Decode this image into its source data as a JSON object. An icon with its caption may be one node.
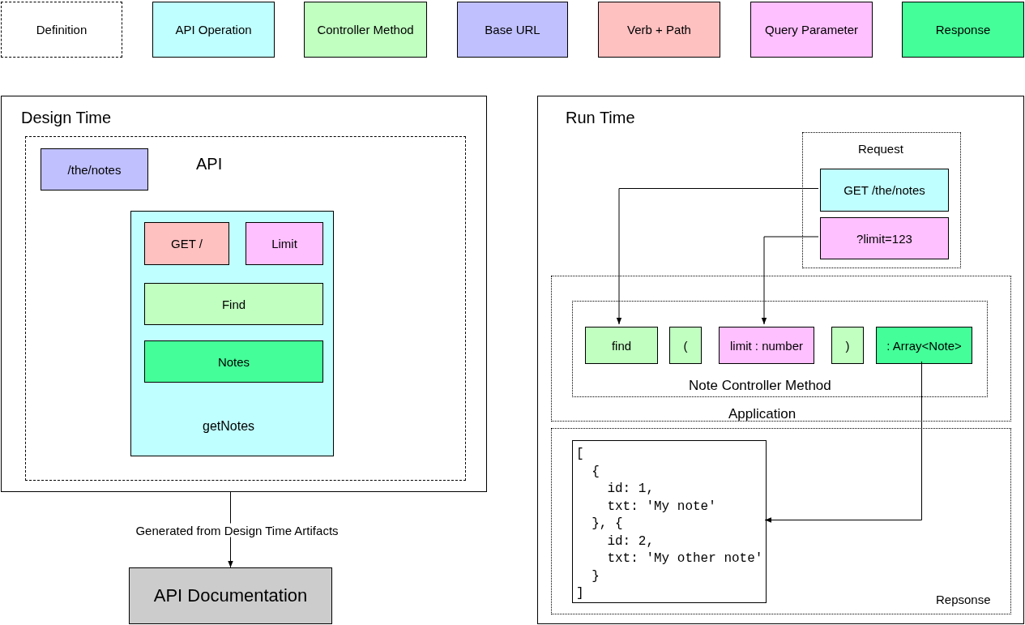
{
  "diagram": {
    "nodes": [
      {
        "text": [
          "Design Time"
        ]
      },
      {
        "text": [
          "API"
        ],
        "in": 0
      },
      {
        "text": [
          "/the/notes"
        ],
        "in": 1
      },
      {
        "text": [
          "getNotes"
        ],
        "in": 1
      },
      {
        "text": [
          "GET /"
        ],
        "in": 3
      },
      {
        "text": [
          "Limit"
        ],
        "in": 3
      },
      {
        "text": [
          "Find"
        ],
        "in": 3
      },
      {
        "text": [
          "Notes"
        ],
        "in": 3
      },
      {
        "text": [
          "API Documentation"
        ]
      },
      {
        "text": [
          "Run Time"
        ]
      },
      {
        "text": [
          "Request"
        ],
        "in": 9
      },
      {
        "text": [
          "GET /the/notes"
        ],
        "in": 10
      },
      {
        "text": [
          "?limit=123"
        ],
        "in": 10
      },
      {
        "text": [
          "Application"
        ],
        "in": 9
      },
      {
        "text": [
          "Note Controller Method"
        ],
        "in": 13
      },
      {
        "text": [
          "find"
        ],
        "in": 14
      },
      {
        "text": [
          "("
        ],
        "in": 14
      },
      {
        "text": [
          "limit : number"
        ],
        "in": 14
      },
      {
        "text": [
          ")"
        ],
        "in": 14
      },
      {
        "text": [
          ": Array<Note>"
        ],
        "in": 14
      },
      {
        "text": [
          "Repsonse"
        ],
        "in": 9
      },
      {
        "text": [
          "[",
          "{",
          "id: 1,",
          "txt: 'My note'",
          "}, {",
          "id: 2,",
          "txt: 'My other note'",
          "}",
          "]"
        ],
        "in": 20
      }
    ],
    "edges": [
      {
        "from": 0,
        "to": 8,
        "arrow": "to",
        "label": "Generated from Design Time Artifacts"
      },
      {
        "from": 11,
        "to": 15,
        "arrow": "to"
      },
      {
        "from": 12,
        "to": 17,
        "arrow": "to"
      },
      {
        "from": 19,
        "to": 21,
        "arrow": "to"
      }
    ],
    "legend": [
      {
        "text": "Definition"
      },
      {
        "text": "API Operation",
        "color": "#c0ffff"
      },
      {
        "text": "Controller Method",
        "color": "#c0ffc0"
      },
      {
        "text": "Base URL",
        "color": "#c0c0ff"
      },
      {
        "text": "Verb + Path",
        "color": "#ffc0c0"
      },
      {
        "text": "Query Parameter",
        "color": "#ffc0ff"
      },
      {
        "text": "Response",
        "color": "#44ff99"
      }
    ]
  }
}
